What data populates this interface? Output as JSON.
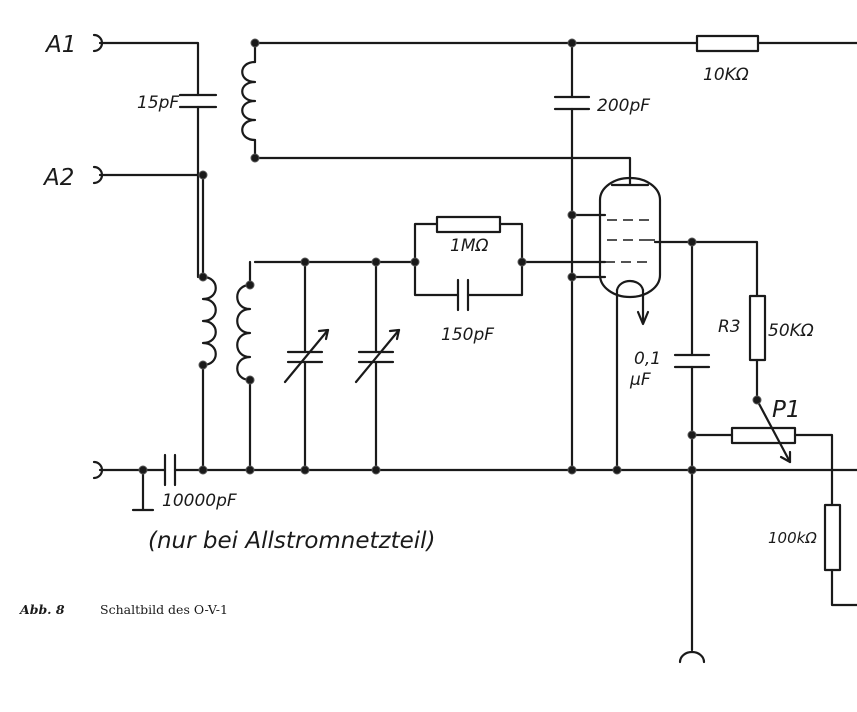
{
  "labels": {
    "antenna_1": "A1",
    "antenna_2": "A2",
    "cap_15pf": "15pF",
    "cap_200pf": "200pF",
    "res_10k": "10KΩ",
    "res_1m": "1MΩ",
    "cap_150pf": "150pF",
    "r3": "R3",
    "res_50k": "50KΩ",
    "cap_01uf_value": "0,1",
    "cap_01uf_unit": "μF",
    "p1": "P1",
    "res_100k": "100kΩ",
    "cap_10000pf": "10000pF",
    "note_allstrom": "(nur bei Allstromnetzteil)"
  },
  "caption": {
    "prefix": "Abb. 8",
    "text": "Schaltbild des O-V-1"
  }
}
